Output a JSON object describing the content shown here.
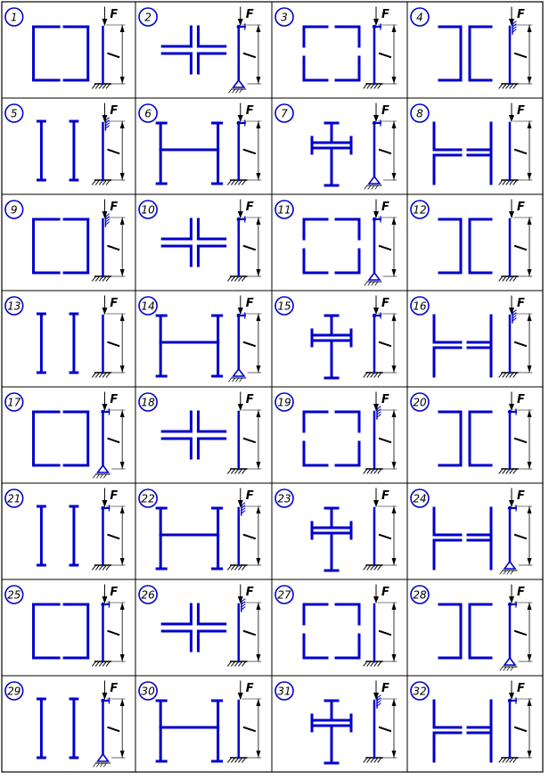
{
  "force_label": "F",
  "colors": {
    "section": "#0000cc",
    "ink": "#000000",
    "grid": "#000000"
  },
  "cells": [
    {
      "number": "1",
      "section": "two-channels-box",
      "support": "fixed",
      "load": "none"
    },
    {
      "number": "2",
      "section": "four-angles-cross",
      "support": "pin",
      "load": "top-right"
    },
    {
      "number": "3",
      "section": "four-angles-box",
      "support": "fixed",
      "load": "top-right"
    },
    {
      "number": "4",
      "section": "two-channels-back",
      "support": "fixed",
      "load": "top-hatched"
    },
    {
      "number": "5",
      "section": "two-i-beams",
      "support": "fixed",
      "load": "top-hatched"
    },
    {
      "number": "6",
      "section": "i-beam-with-plate",
      "support": "fixed",
      "load": "top-right"
    },
    {
      "number": "7",
      "section": "plus-cross",
      "support": "pin",
      "load": "top-right"
    },
    {
      "number": "8",
      "section": "two-tees",
      "support": "fixed",
      "load": "none"
    },
    {
      "number": "9",
      "section": "two-channels-box",
      "support": "fixed",
      "load": "top-hatched"
    },
    {
      "number": "10",
      "section": "four-angles-cross",
      "support": "fixed",
      "load": "top-right"
    },
    {
      "number": "11",
      "section": "four-angles-box",
      "support": "pin",
      "load": "top-right"
    },
    {
      "number": "12",
      "section": "two-channels-back",
      "support": "fixed",
      "load": "none"
    },
    {
      "number": "13",
      "section": "two-i-beams",
      "support": "fixed",
      "load": "none"
    },
    {
      "number": "14",
      "section": "i-beam-with-plate",
      "support": "pin",
      "load": "top-right"
    },
    {
      "number": "15",
      "section": "plus-cross",
      "support": "fixed",
      "load": "top-right"
    },
    {
      "number": "16",
      "section": "two-tees",
      "support": "fixed",
      "load": "top-hatched"
    },
    {
      "number": "17",
      "section": "two-channels-box",
      "support": "pin",
      "load": "top-right"
    },
    {
      "number": "18",
      "section": "four-angles-cross",
      "support": "fixed",
      "load": "none"
    },
    {
      "number": "19",
      "section": "four-angles-box",
      "support": "fixed",
      "load": "top-hatched"
    },
    {
      "number": "20",
      "section": "two-channels-back",
      "support": "fixed",
      "load": "top-right"
    },
    {
      "number": "21",
      "section": "two-i-beams",
      "support": "fixed",
      "load": "top-right"
    },
    {
      "number": "22",
      "section": "i-beam-with-plate",
      "support": "fixed",
      "load": "top-hatched"
    },
    {
      "number": "23",
      "section": "plus-cross",
      "support": "fixed",
      "load": "none"
    },
    {
      "number": "24",
      "section": "two-tees",
      "support": "pin",
      "load": "top-right"
    },
    {
      "number": "25",
      "section": "two-channels-box",
      "support": "fixed",
      "load": "top-right"
    },
    {
      "number": "26",
      "section": "four-angles-cross",
      "support": "fixed",
      "load": "top-hatched"
    },
    {
      "number": "27",
      "section": "four-angles-box",
      "support": "fixed",
      "load": "none"
    },
    {
      "number": "28",
      "section": "two-channels-back",
      "support": "pin",
      "load": "top-right"
    },
    {
      "number": "29",
      "section": "two-i-beams",
      "support": "pin",
      "load": "top-right"
    },
    {
      "number": "30",
      "section": "i-beam-with-plate",
      "support": "fixed",
      "load": "none"
    },
    {
      "number": "31",
      "section": "plus-cross",
      "support": "fixed",
      "load": "top-hatched"
    },
    {
      "number": "32",
      "section": "two-tees",
      "support": "fixed",
      "load": "top-right"
    }
  ]
}
